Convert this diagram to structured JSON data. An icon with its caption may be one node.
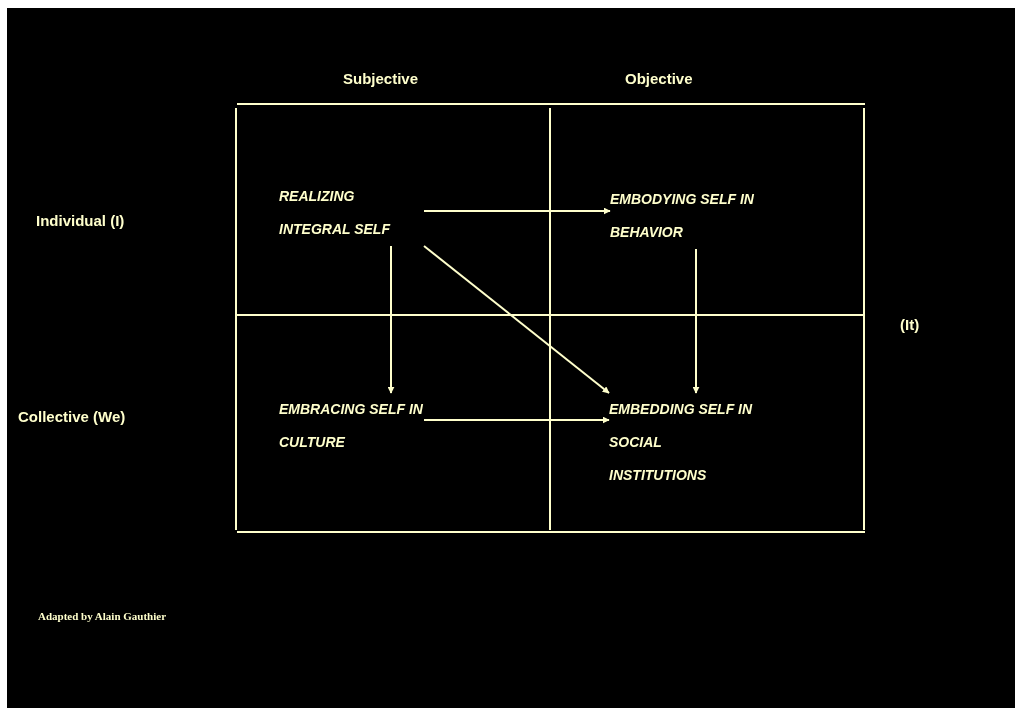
{
  "diagram": {
    "nodes": [
      {
        "text": [
          "REALIZING INTEGRAL SELF"
        ]
      },
      {
        "text": [
          "EMBODYING SELF IN BEHAVIOR"
        ]
      },
      {
        "text": [
          "EMBRACING SELF IN CULTURE"
        ]
      },
      {
        "text": [
          "EMBEDDING SELF IN SOCIAL INSTITUTIONS"
        ]
      }
    ],
    "edges": [
      {
        "from": 0,
        "to": 1,
        "arrow": "to"
      },
      {
        "from": 0,
        "to": 2,
        "arrow": "to"
      },
      {
        "from": 0,
        "to": 3,
        "arrow": "to"
      },
      {
        "from": 1,
        "to": 3,
        "arrow": "to"
      },
      {
        "from": 2,
        "to": 3,
        "arrow": "to"
      }
    ],
    "labels": [
      "Subjective",
      "Objective",
      "Individual (I)",
      "(It)",
      "Collective (We)",
      "Adapted by Alain Gauthier"
    ]
  }
}
